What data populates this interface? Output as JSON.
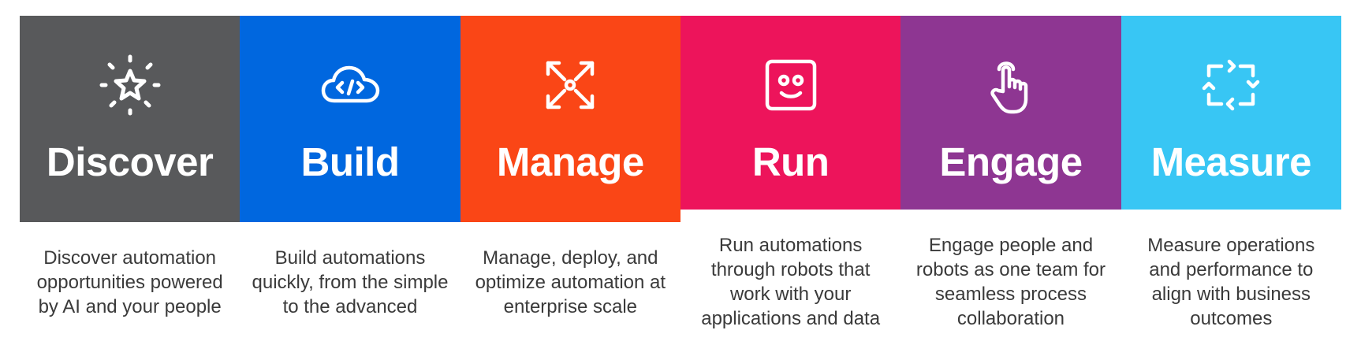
{
  "stages": [
    {
      "title": "Discover",
      "color": "#58595b",
      "icon": "sparkle-star-icon",
      "description": "Discover automation opportunities powered by AI and your people"
    },
    {
      "title": "Build",
      "color": "#0067df",
      "icon": "cloud-code-icon",
      "description": "Build automations quickly, from the simple to the advanced"
    },
    {
      "title": "Manage",
      "color": "#fa4616",
      "icon": "expand-arrows-icon",
      "description": "Manage, deploy, and optimize automation at enterprise scale"
    },
    {
      "title": "Run",
      "color": "#ed145b",
      "icon": "robot-face-icon",
      "description": "Run automations through robots that work with your applications and data"
    },
    {
      "title": "Engage",
      "color": "#8e3692",
      "icon": "hand-pointer-icon",
      "description": "Engage people and robots as one team for seamless process collaboration"
    },
    {
      "title": "Measure",
      "color": "#38c6f4",
      "icon": "cycle-arrows-icon",
      "description": "Measure operations and performance to align with business outcomes"
    }
  ]
}
